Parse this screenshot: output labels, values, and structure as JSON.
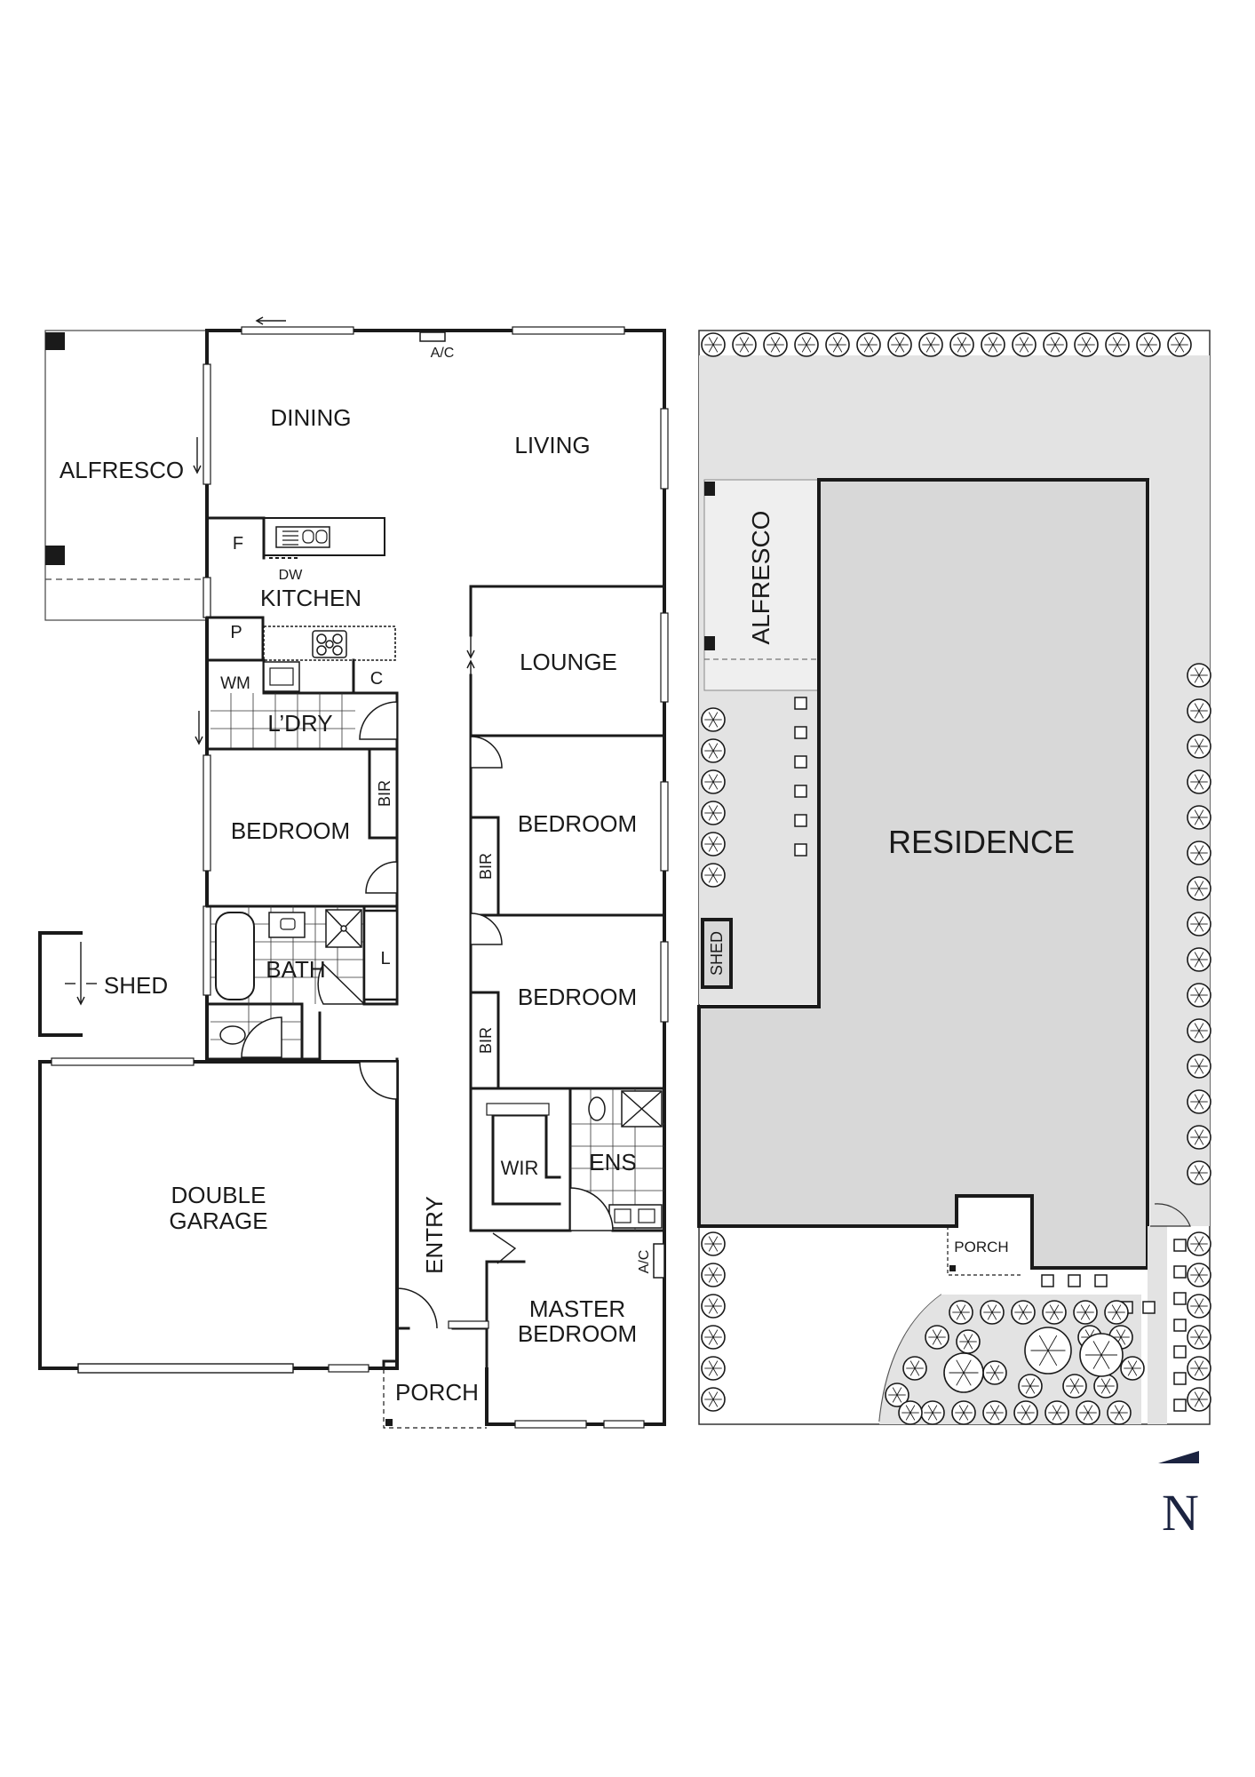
{
  "floor_plan": {
    "rooms": {
      "dining": "DINING",
      "living": "LIVING",
      "alfresco": "ALFRESCO",
      "kitchen": "KITCHEN",
      "lounge": "LOUNGE",
      "laundry": "L’DRY",
      "bedroom_2": "BEDROOM",
      "bedroom_3": "BEDROOM",
      "bedroom_4": "BEDROOM",
      "bath": "BATH",
      "shed": "SHED",
      "garage_line1": "DOUBLE",
      "garage_line2": "GARAGE",
      "entry": "ENTRY",
      "wir": "WIR",
      "ensuite": "ENS",
      "master_line1": "MASTER",
      "master_line2": "BEDROOM",
      "porch": "PORCH"
    },
    "fixtures": {
      "ac_top": "A/C",
      "ac_master": "A/C",
      "fridge": "F",
      "dishwasher": "DW",
      "pantry": "P",
      "washing_machine": "WM",
      "cupboard": "C",
      "linen": "L",
      "bir_bedroom_2": "BIR",
      "bir_bedroom_3": "BIR",
      "bir_bedroom_4": "BIR"
    }
  },
  "site_plan": {
    "residence": "RESIDENCE",
    "alfresco": "ALFRESCO",
    "shed": "SHED",
    "porch": "PORCH"
  },
  "north_label": "N"
}
